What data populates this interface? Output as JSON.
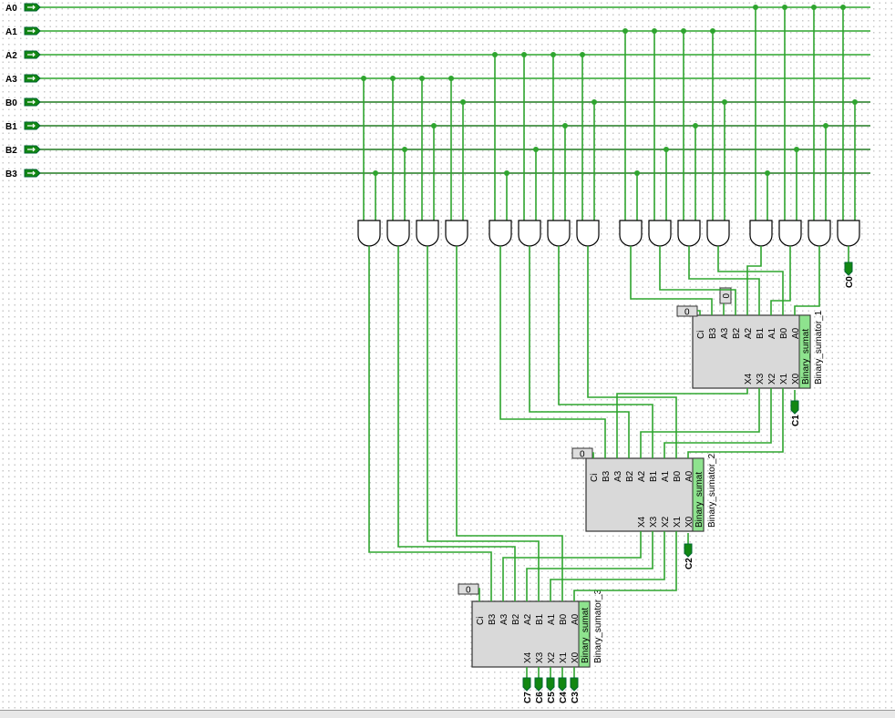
{
  "inputs": [
    "A0",
    "A1",
    "A2",
    "A3",
    "B0",
    "B1",
    "B2",
    "B3"
  ],
  "outputs": {
    "c0": "C0",
    "c1": "C1",
    "c2": "C2",
    "final": [
      "C7",
      "C6",
      "C5",
      "C4",
      "C3"
    ]
  },
  "adders": [
    {
      "type": "Binary_sumat",
      "name": "Binary_sumator_1"
    },
    {
      "type": "Binary_sumat",
      "name": "Binary_sumator_2"
    },
    {
      "type": "Binary_sumat",
      "name": "Binary_sumator_3"
    }
  ],
  "adder_in_pins": [
    "Ci",
    "B3",
    "A3",
    "B2",
    "A2",
    "B1",
    "A1",
    "B0",
    "A0"
  ],
  "adder_out_pins": [
    "X4",
    "X3",
    "X2",
    "X1",
    "X0"
  ],
  "constant_value": "0",
  "colors": {
    "wire": "#2fa52f",
    "wire_dark": "#207a20",
    "pin": "#128712",
    "strip": "#8ee38e",
    "box": "#d9d9d9"
  }
}
